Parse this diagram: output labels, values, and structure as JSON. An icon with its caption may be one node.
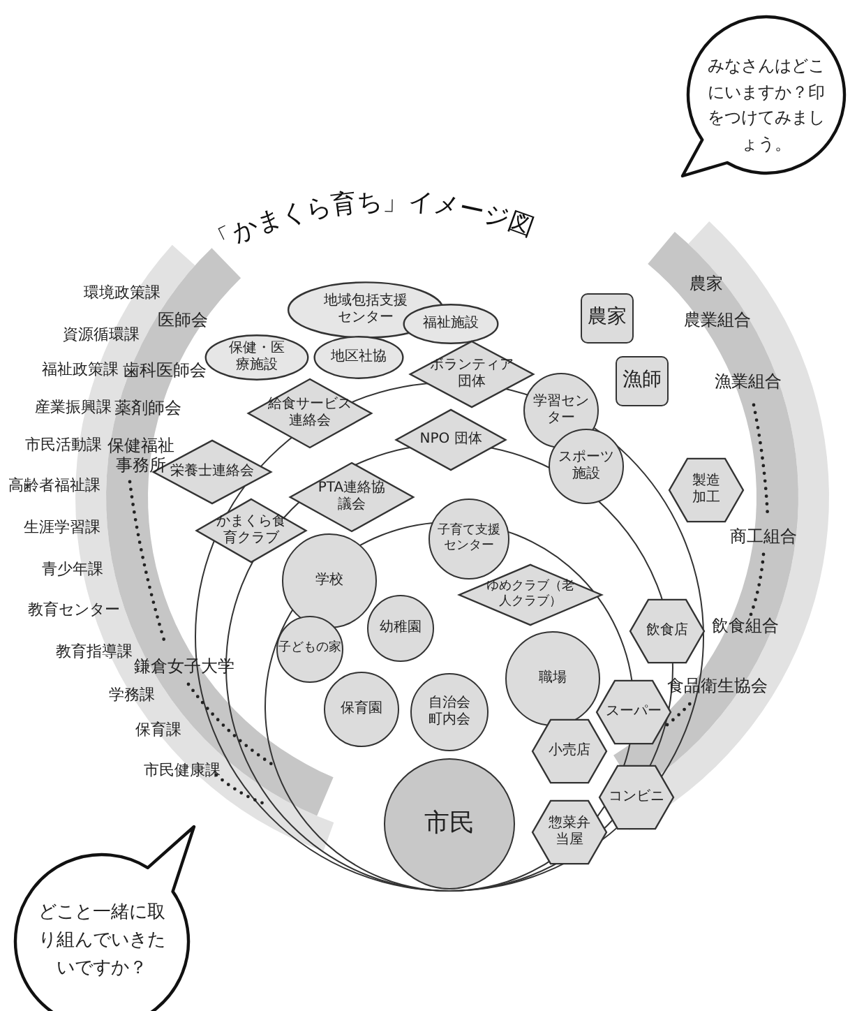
{
  "diagram": {
    "title": "「かまくら育ち」イメージ図",
    "nodes": [
      {
        "text": [
          "みなさんはどこにいますか？印をつけてみましょう。"
        ]
      },
      {
        "text": [
          "どこと一緒に取り組んでいきたいですか？"
        ]
      },
      {
        "text": [
          "地域包括支援センター"
        ]
      },
      {
        "text": [
          "保健・医療施設"
        ]
      },
      {
        "text": [
          "地区社協"
        ]
      },
      {
        "text": [
          "福祉施設"
        ]
      },
      {
        "text": [
          "ボランティア団体"
        ]
      },
      {
        "text": [
          "給食サービス連絡会"
        ]
      },
      {
        "text": [
          "NPO 団体"
        ]
      },
      {
        "text": [
          "栄養士連絡会"
        ]
      },
      {
        "text": [
          "PTA連絡協議会"
        ]
      },
      {
        "text": [
          "かまくら食育クラブ"
        ]
      },
      {
        "text": [
          "ゆめクラブ（老人クラブ）"
        ]
      },
      {
        "text": [
          "農家"
        ]
      },
      {
        "text": [
          "漁師"
        ]
      },
      {
        "text": [
          "学習センター"
        ]
      },
      {
        "text": [
          "スポーツ施設"
        ]
      },
      {
        "text": [
          "子育て支援センター"
        ]
      },
      {
        "text": [
          "学校"
        ]
      },
      {
        "text": [
          "幼稚園"
        ]
      },
      {
        "text": [
          "子どもの家"
        ]
      },
      {
        "text": [
          "職場"
        ]
      },
      {
        "text": [
          "保育園"
        ]
      },
      {
        "text": [
          "自治会町内会"
        ]
      },
      {
        "text": [
          "市民"
        ]
      },
      {
        "text": [
          "製造加工"
        ]
      },
      {
        "text": [
          "飲食店"
        ]
      },
      {
        "text": [
          "スーパー"
        ]
      },
      {
        "text": [
          "小売店"
        ]
      },
      {
        "text": [
          "コンビニ"
        ]
      },
      {
        "text": [
          "惣菜弁当屋"
        ]
      }
    ],
    "labels": [
      "環境政策課",
      "医師会",
      "資源循環課",
      "福祉政策課",
      "歯科医師会",
      "産業振興課",
      "薬剤師会",
      "市民活動課",
      "保健福祉事務所",
      "高齢者福祉課",
      "生涯学習課",
      "青少年課",
      "教育センター",
      "教育指導課",
      "鎌倉女子大学",
      "学務課",
      "保育課",
      "市民健康課",
      "農家",
      "農業組合",
      "漁業組合",
      "商工組合",
      "飲食組合",
      "食品衛生協会"
    ]
  }
}
